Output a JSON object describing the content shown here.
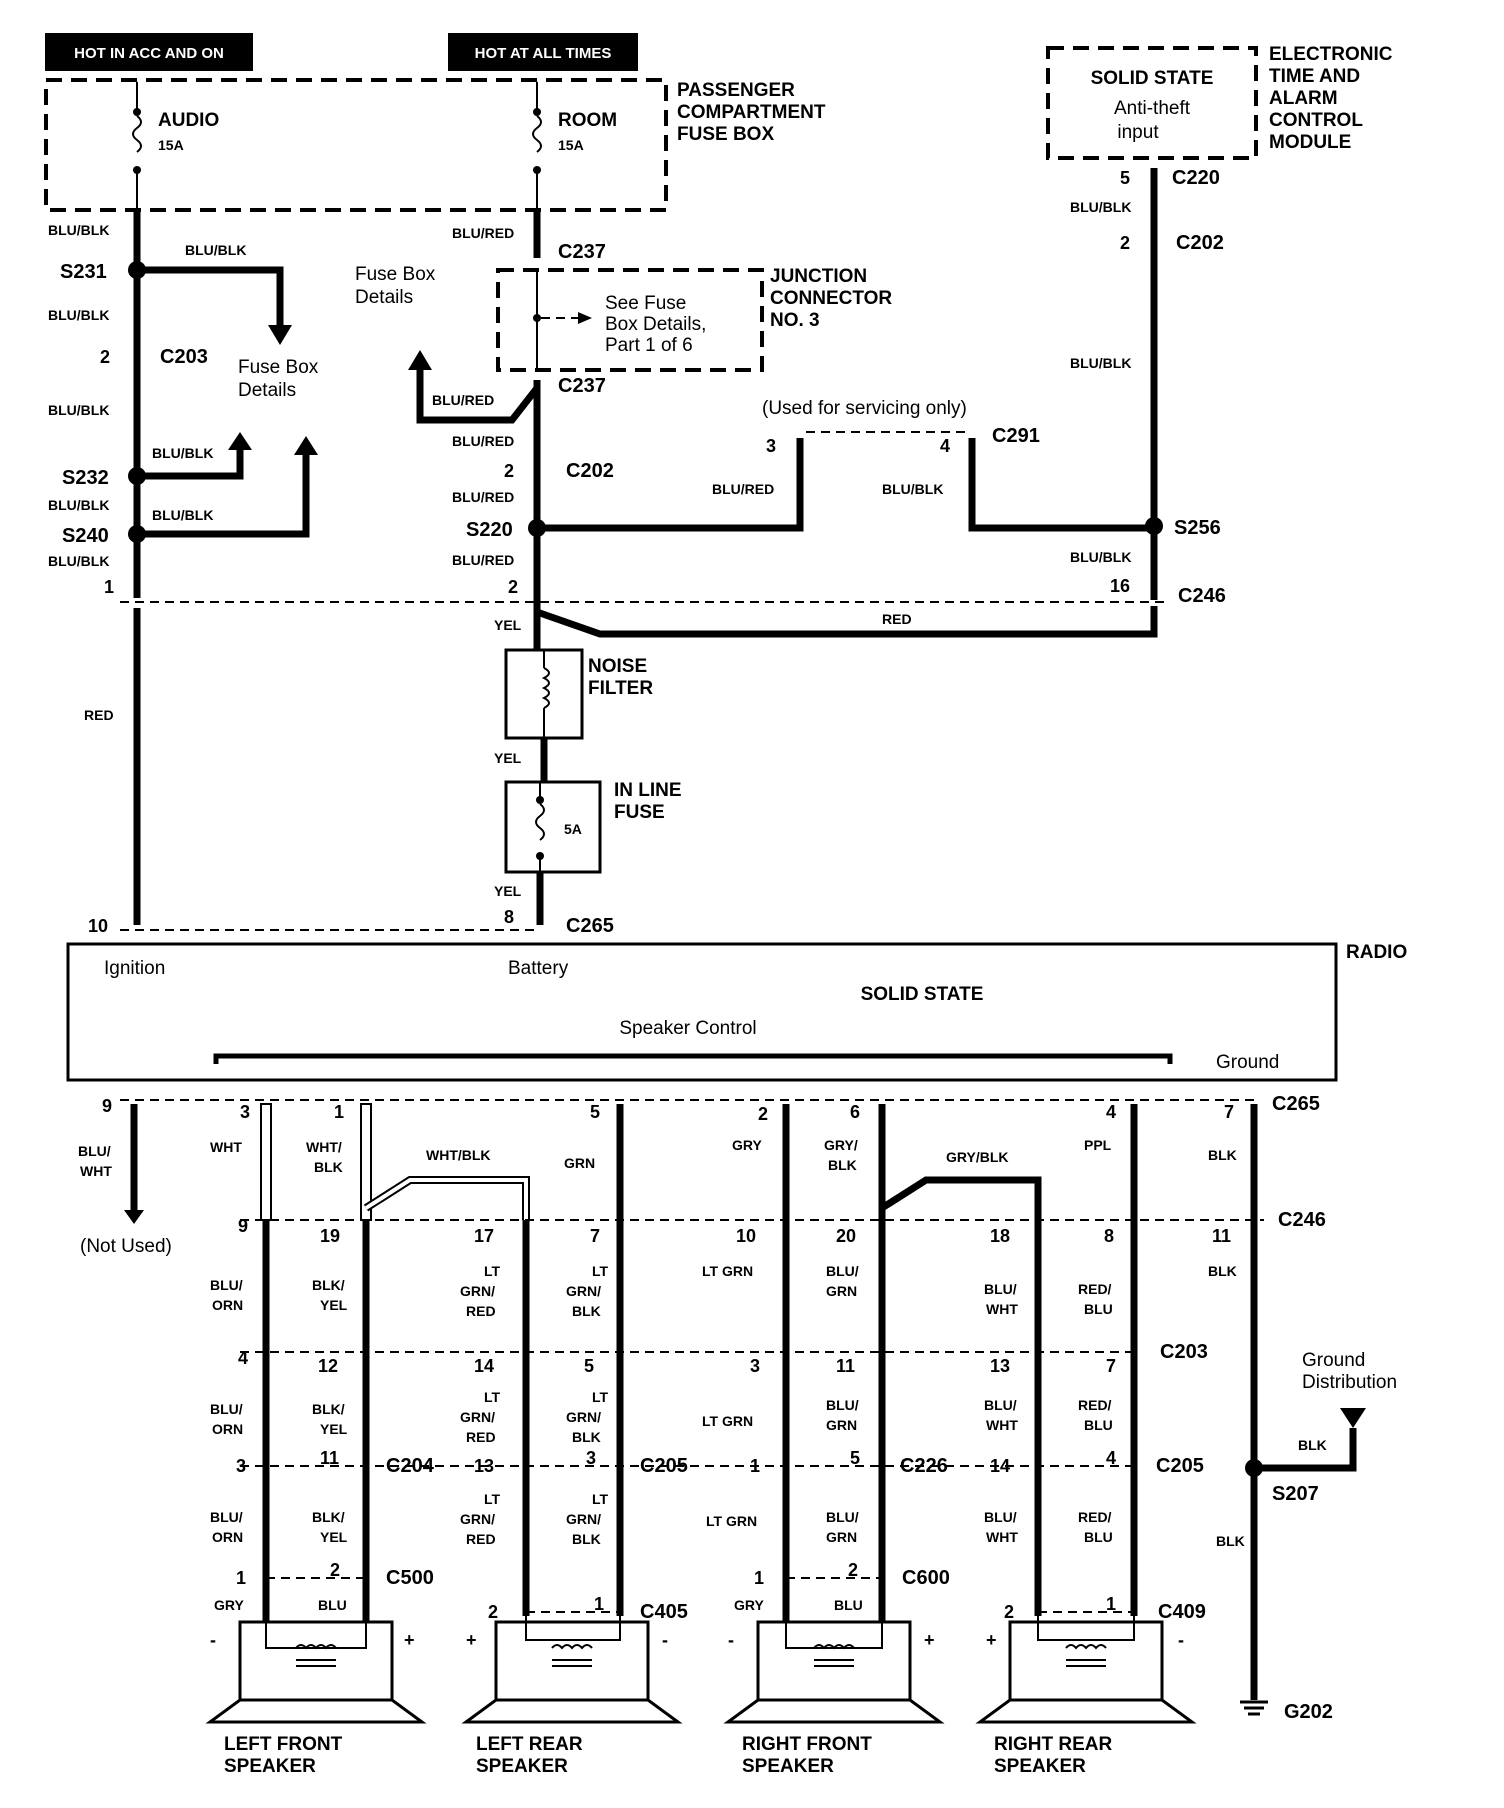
{
  "power": {
    "acc_on": "HOT IN ACC AND ON",
    "all_times": "HOT AT ALL TIMES"
  },
  "fuse_box": {
    "title_1": "PASSENGER",
    "title_2": "COMPARTMENT",
    "title_3": "FUSE BOX",
    "audio_fuse": "AUDIO",
    "audio_rating": "15A",
    "room_fuse": "ROOM",
    "room_rating": "15A"
  },
  "etacm": {
    "title_1": "ELECTRONIC",
    "title_2": "TIME AND",
    "title_3": "ALARM",
    "title_4": "CONTROL",
    "title_5": "MODULE",
    "solid_state": "SOLID STATE",
    "input_1": "Anti-theft",
    "input_2": "input"
  },
  "junction": {
    "title_1": "JUNCTION",
    "title_2": "CONNECTOR",
    "title_3": "NO. 3",
    "note_1": "See Fuse",
    "note_2": "Box Details,",
    "note_3": "Part 1 of 6"
  },
  "notes": {
    "fuse_box_details_a1": "Fuse Box",
    "fuse_box_details_a2": "Details",
    "fuse_box_details_b1": "Fuse Box",
    "fuse_box_details_b2": "Details",
    "servicing": "(Used for servicing only)",
    "not_used": "(Not Used)",
    "ground_dist_1": "Ground",
    "ground_dist_2": "Distribution"
  },
  "components": {
    "noise_filter_1": "NOISE",
    "noise_filter_2": "FILTER",
    "inline_fuse_1": "IN LINE",
    "inline_fuse_2": "FUSE",
    "inline_rating": "5A"
  },
  "radio": {
    "title": "RADIO",
    "ignition": "Ignition",
    "battery": "Battery",
    "solid_state": "SOLID STATE",
    "speaker_control": "Speaker Control",
    "ground": "Ground"
  },
  "splices": {
    "s231": "S231",
    "s232": "S232",
    "s240": "S240",
    "s220": "S220",
    "s256": "S256",
    "s207": "S207",
    "g202": "G202"
  },
  "connectors": {
    "c237a": "C237",
    "c237b": "C237",
    "c203a": "C203",
    "c202a": "C202",
    "c202b": "C202",
    "c220": "C220",
    "c291": "C291",
    "c246a": "C246",
    "c265a": "C265",
    "c265b": "C265",
    "c246b": "C246",
    "c203b": "C203",
    "c204": "C204",
    "c205a": "C205",
    "c226": "C226",
    "c205b": "C205",
    "c500": "C500",
    "c405": "C405",
    "c600": "C600",
    "c409": "C409"
  },
  "wires": {
    "blu_blk": "BLU/BLK",
    "blu_red": "BLU/RED",
    "red": "RED",
    "yel": "YEL",
    "wht": "WHT",
    "wht_blk": "WHT/BLK",
    "grn": "GRN",
    "gry": "GRY",
    "gry_blk": "GRY/BLK",
    "ppl": "PPL",
    "blk": "BLK",
    "blu": "BLU",
    "lt_grn": "LT GRN",
    "lt_grn_sp": "LT  GRN",
    "blu_wht_2": "WHT",
    "blu_l1": "BLU/",
    "orn": "ORN",
    "blk_l1": "BLK/",
    "yel_l2": "YEL",
    "lt": "LT",
    "grn_l2": "GRN/",
    "red_l3": "RED",
    "blk_l3": "BLK",
    "wht_l1": "WHT/",
    "blk_l2": "BLK",
    "gry_l1": "GRY/",
    "grn_l2b": "GRN",
    "red_l1": "RED/",
    "blu_l2": "BLU"
  },
  "speakers": {
    "lf_1": "LEFT FRONT",
    "lf_2": "SPEAKER",
    "lr_1": "LEFT REAR",
    "lr_2": "SPEAKER",
    "rf_1": "RIGHT FRONT",
    "rf_2": "SPEAKER",
    "rr_1": "RIGHT REAR",
    "rr_2": "SPEAKER",
    "plus": "+",
    "minus": "-"
  },
  "pins": {
    "p5": "5",
    "p2": "2",
    "p3": "3",
    "p4": "4",
    "p16": "16",
    "p1": "1",
    "p10": "10",
    "p8": "8",
    "p9": "9",
    "p6": "6",
    "p7": "7",
    "p19": "19",
    "p17": "17",
    "p20": "20",
    "p18": "18",
    "p11": "11",
    "p12": "12",
    "p14": "14",
    "p13": "13"
  }
}
